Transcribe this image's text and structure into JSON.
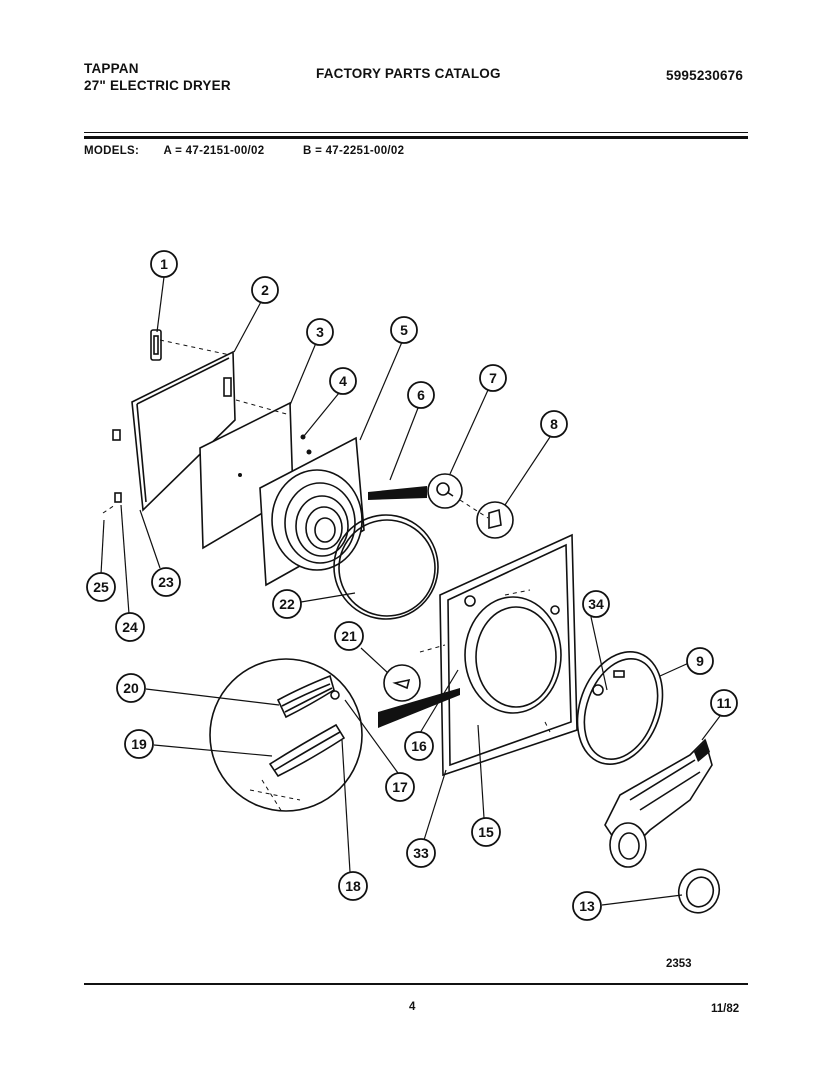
{
  "header": {
    "brand": "TAPPAN",
    "product": "27\" ELECTRIC DRYER",
    "catalog_title": "FACTORY PARTS CATALOG",
    "catalog_number": "5995230676"
  },
  "models": {
    "label": "MODELS:",
    "model_a": "A = 47-2151-00/02",
    "model_b": "B = 47-2251-00/02"
  },
  "diagram": {
    "callouts": [
      "1",
      "2",
      "3",
      "4",
      "5",
      "6",
      "7",
      "8",
      "9",
      "11",
      "13",
      "15",
      "16",
      "17",
      "18",
      "19",
      "20",
      "21",
      "22",
      "23",
      "24",
      "25",
      "33",
      "34"
    ],
    "drawing_number": "2353"
  },
  "footer": {
    "page_number": "4",
    "date": "11/82"
  }
}
